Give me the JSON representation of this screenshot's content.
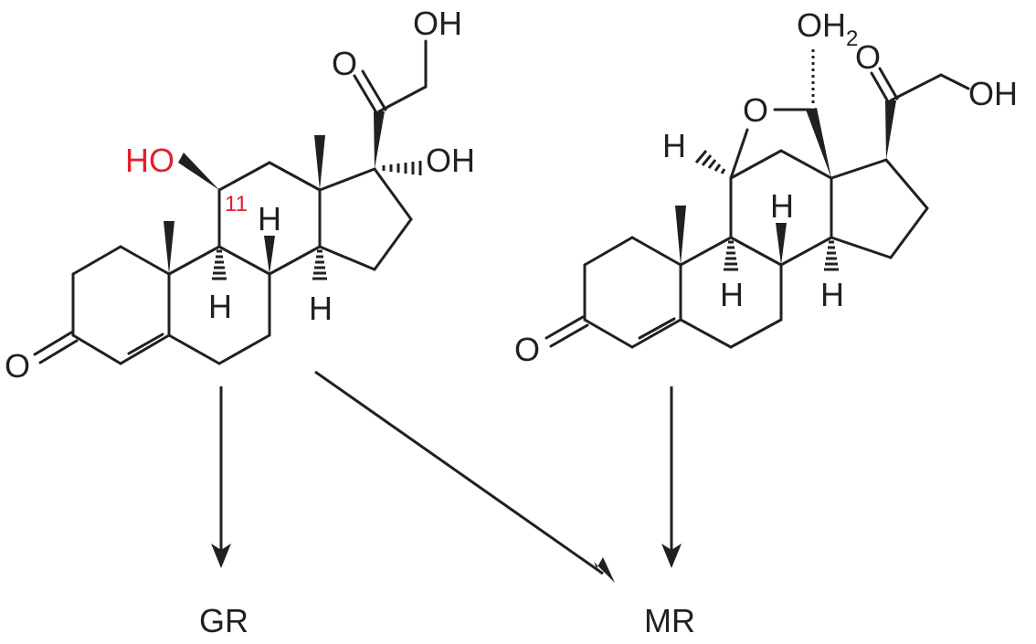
{
  "colors": {
    "ink": "#231f20",
    "highlight": "#e31e2d"
  },
  "left_molecule": {
    "ho_label": "HO",
    "position_label": "11",
    "oh_17_label": "OH",
    "oh_21_label": "OH",
    "keto_20_label": "O",
    "keto_3_label": "O",
    "h_9_label": "H",
    "h_8_label": "H",
    "h_14_label": "H"
  },
  "right_molecule": {
    "oh2_label": "OH",
    "oh2_subscript": "2",
    "ring_o_label": "O",
    "h_11_label": "H",
    "keto_20_label": "O",
    "oh_21_label": "OH",
    "keto_3_label": "O",
    "h_8_label": "H",
    "h_9_label": "H",
    "h_14_label": "H"
  },
  "targets": {
    "gr_label": "GR",
    "mr_label": "MR"
  }
}
